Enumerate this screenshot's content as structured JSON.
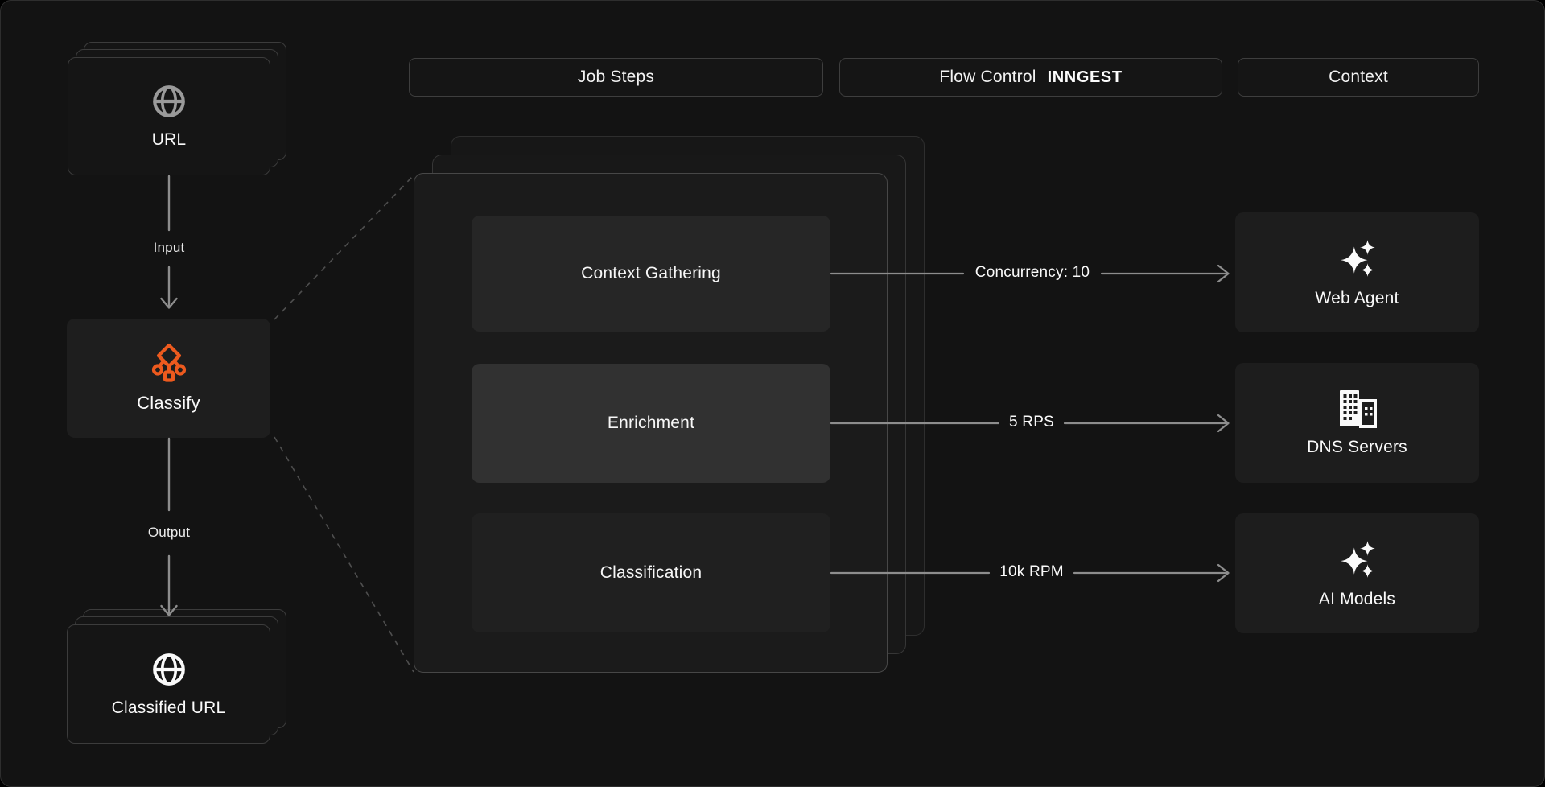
{
  "colors": {
    "background": "#131313",
    "accent_orange": "#ed5a1e",
    "arrow_gray": "#8d8d8d",
    "text": "#f5f5f5"
  },
  "headers": [
    {
      "label": "Job Steps"
    },
    {
      "label": "Flow Control",
      "logo": "INNGEST"
    },
    {
      "label": "Context"
    }
  ],
  "pipeline": {
    "input_node": {
      "label": "URL",
      "icon": "globe-icon"
    },
    "input_edge_label": "Input",
    "process_node": {
      "label": "Classify",
      "icon": "classify-icon"
    },
    "output_edge_label": "Output",
    "output_node": {
      "label": "Classified URL",
      "icon": "globe-icon"
    }
  },
  "job_steps_panel": {
    "steps": [
      {
        "label": "Context Gathering"
      },
      {
        "label": "Enrichment"
      },
      {
        "label": "Classification"
      }
    ]
  },
  "flow_edges": [
    {
      "label": "Concurrency: 10"
    },
    {
      "label": "5 RPS"
    },
    {
      "label": "10k RPM"
    }
  ],
  "context_nodes": [
    {
      "label": "Web Agent",
      "icon": "sparkles-icon"
    },
    {
      "label": "DNS Servers",
      "icon": "buildings-icon"
    },
    {
      "label": "AI Models",
      "icon": "sparkles-icon"
    }
  ]
}
